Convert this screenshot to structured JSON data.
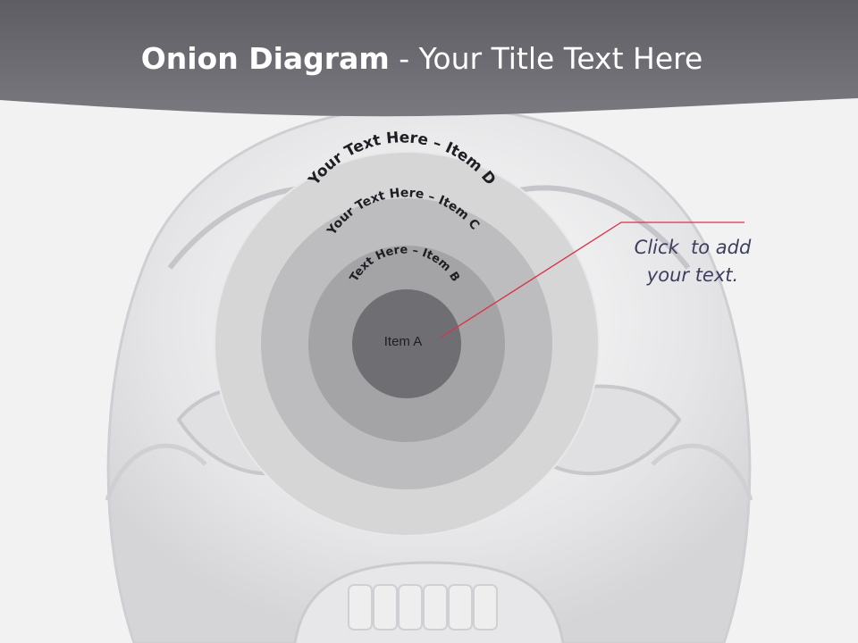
{
  "slide": {
    "title_bold": "Onion Diagram",
    "title_rest": " - Your Title Text Here"
  },
  "diagram": {
    "layers": [
      {
        "id": "D",
        "label": "Your Text Here – Item D",
        "color": "#d6d6d7"
      },
      {
        "id": "C",
        "label": "Your Text Here – Item C",
        "color": "#bdbdbf"
      },
      {
        "id": "B",
        "label": "Text Here – Item B",
        "color": "#a4a4a6"
      },
      {
        "id": "A",
        "label": "Item A",
        "color": "#6f6e73"
      }
    ]
  },
  "callout": {
    "line1": "Click  to add",
    "line2": "your text.",
    "line_color": "#d9334a"
  },
  "colors": {
    "header": "#6b6a70",
    "title": "#ffffff",
    "label": "#1e1e24"
  }
}
